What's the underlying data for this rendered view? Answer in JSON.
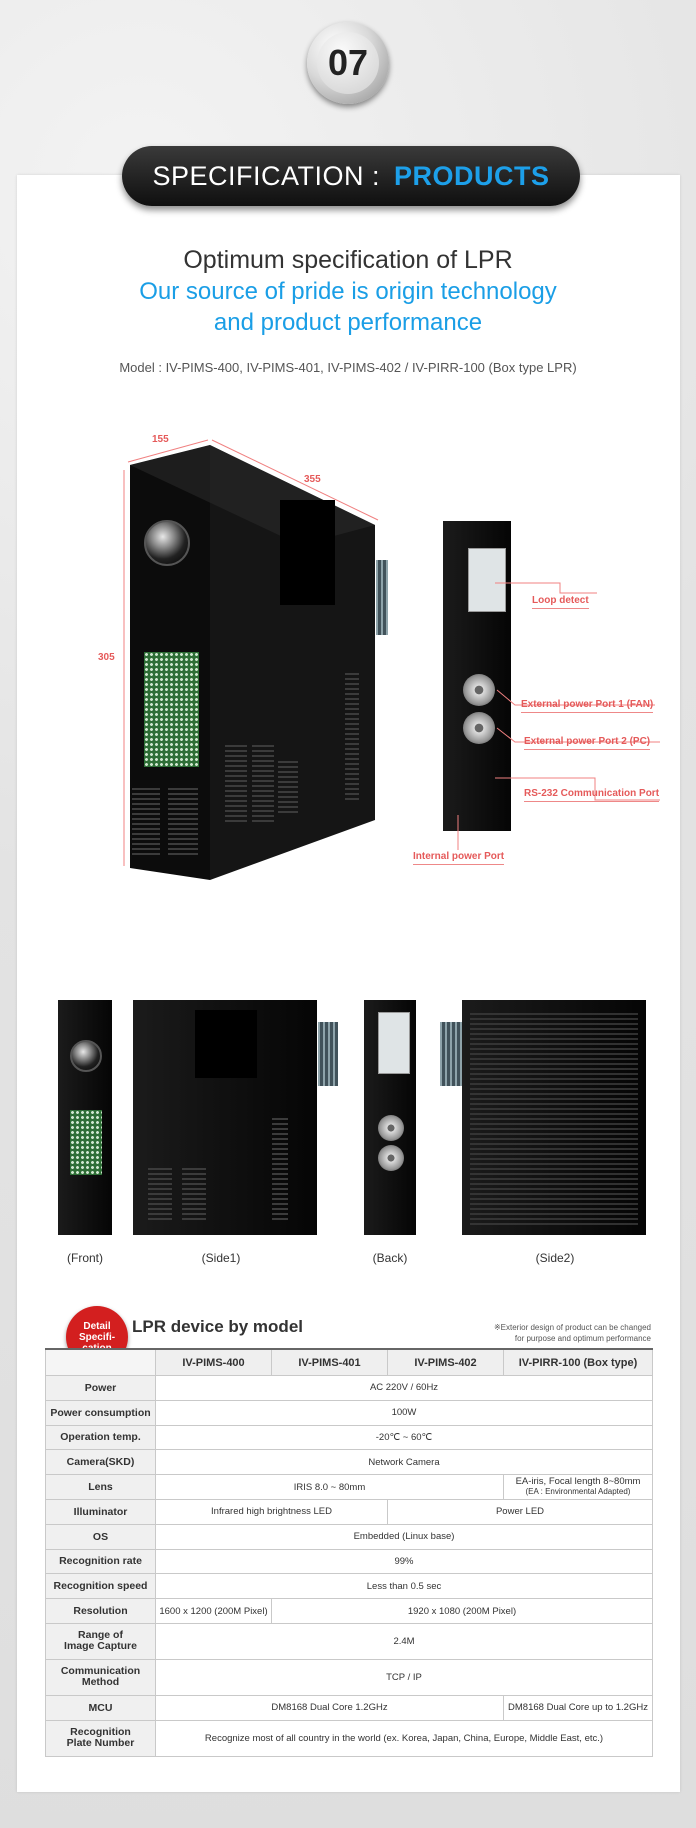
{
  "header": {
    "number": "07",
    "banner_part1": "SPECIFICATION :",
    "banner_part2": "PRODUCTS"
  },
  "intro": {
    "title": "Optimum specification of LPR",
    "subtitle_line1": "Our source of pride is origin technology",
    "subtitle_line2": "and product performance",
    "model": "Model : IV-PIMS-400, IV-PIMS-401, IV-PIMS-402 / IV-PIRR-100 (Box type LPR)"
  },
  "dimensions": {
    "width": "155",
    "depth": "355",
    "height": "305"
  },
  "callouts": {
    "loop": "Loop detect",
    "port1": "External power Port 1 (FAN)",
    "port2": "External power Port 2 (PC)",
    "rs232": "RS-232 Communication Port",
    "internal": "Internal power Port"
  },
  "views": {
    "front": "(Front)",
    "side1": "(Side1)",
    "back": "(Back)",
    "side2": "(Side2)"
  },
  "badge_text": "Detail Specifi- cation",
  "section": {
    "title": "LPR device by model",
    "note_line1": "※Exterior design of product can be changed",
    "note_line2": "for purpose and optimum performance"
  },
  "table": {
    "headers": [
      "IV-PIMS-400",
      "IV-PIMS-401",
      "IV-PIMS-402",
      "IV-PIRR-100 (Box type)"
    ],
    "rows": {
      "power": {
        "label": "Power",
        "value": "AC 220V / 60Hz"
      },
      "consumption": {
        "label": "Power consumption",
        "value": "100W"
      },
      "temp": {
        "label": "Operation temp.",
        "value": "-20℃ ~ 60℃"
      },
      "camera": {
        "label": "Camera(SKD)",
        "value": "Network Camera"
      },
      "lens": {
        "label": "Lens",
        "value_a": "IRIS 8.0 ~ 80mm",
        "value_b1": "EA-iris, Focal length 8~80mm",
        "value_b2": "(EA : Environmental Adapted)"
      },
      "illum": {
        "label": "Illuminator",
        "value_a": "Infrared high brightness LED",
        "value_b": "Power LED"
      },
      "os": {
        "label": "OS",
        "value": "Embedded (Linux base)"
      },
      "rate": {
        "label": "Recognition rate",
        "value": "99%"
      },
      "speed": {
        "label": "Recognition speed",
        "value": "Less than 0.5 sec"
      },
      "res": {
        "label": "Resolution",
        "value_a": "1600 x 1200 (200M Pixel)",
        "value_b": "1920 x 1080 (200M Pixel)"
      },
      "range": {
        "label1": "Range of",
        "label2": "Image Capture",
        "value": "2.4M"
      },
      "comm": {
        "label1": "Communication",
        "label2": "Method",
        "value": "TCP / IP"
      },
      "mcu": {
        "label": "MCU",
        "value_a": "DM8168 Dual Core 1.2GHz",
        "value_b": "DM8168 Dual Core up to 1.2GHz"
      },
      "plate": {
        "label1": "Recognition",
        "label2": "Plate Number",
        "value": "Recognize most of all country in the world (ex. Korea, Japan, China, Europe, Middle East, etc.)"
      }
    }
  }
}
